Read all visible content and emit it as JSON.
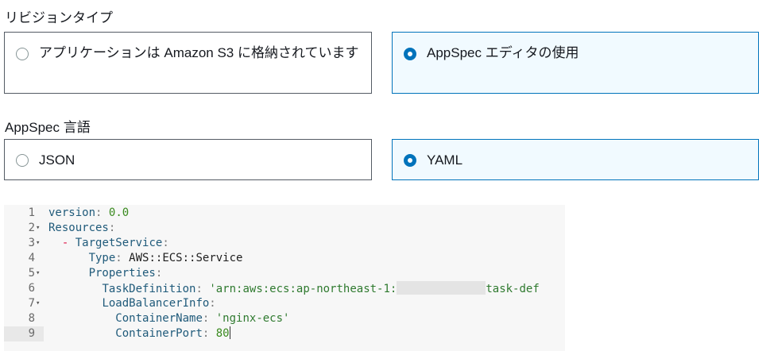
{
  "revision_type": {
    "label": "リビジョンタイプ",
    "options": [
      {
        "label": "アプリケーションは Amazon S3 に格納されています",
        "selected": false
      },
      {
        "label": "AppSpec エディタの使用",
        "selected": true
      }
    ]
  },
  "appspec_language": {
    "label": "AppSpec 言語",
    "options": [
      {
        "label": "JSON",
        "selected": false
      },
      {
        "label": "YAML",
        "selected": true
      }
    ]
  },
  "editor": {
    "line_numbers": [
      "1",
      "2",
      "3",
      "4",
      "5",
      "6",
      "7",
      "8",
      "9"
    ],
    "fold_marker": "▾",
    "active_line": 9,
    "l1": {
      "key": "version",
      "value": "0.0"
    },
    "l2": {
      "key": "Resources"
    },
    "l3": {
      "dash": "-",
      "key": "TargetService"
    },
    "l4": {
      "key": "Type",
      "value": "AWS::ECS::Service"
    },
    "l5": {
      "key": "Properties"
    },
    "l6": {
      "key": "TaskDefinition",
      "value_start": "'arn:aws:ecs:ap-northeast-1:",
      "value_end": "task-def"
    },
    "l7": {
      "key": "LoadBalancerInfo"
    },
    "l8": {
      "key": "ContainerName",
      "value": "'nginx-ecs'"
    },
    "l9": {
      "key": "ContainerPort",
      "value": "80"
    },
    "colon": ":"
  },
  "colors": {
    "accent": "#0073bb",
    "selected_bg": "#f1faff",
    "border": "#545b64"
  }
}
